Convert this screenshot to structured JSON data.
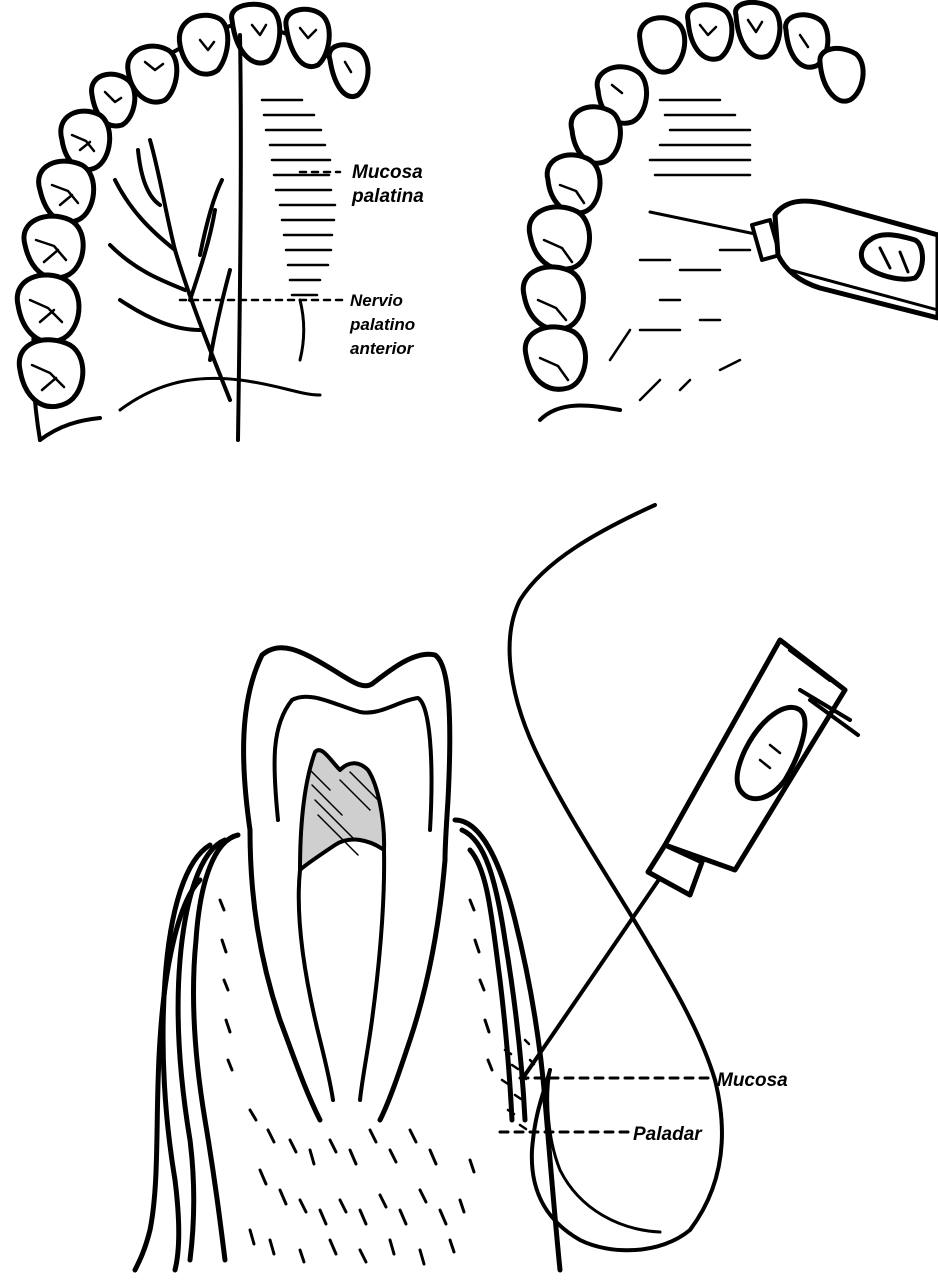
{
  "figures": {
    "palate": {
      "labels": {
        "mucosa": [
          "Mucosa",
          "palatina"
        ],
        "nerve": [
          "Nervio",
          "palatino",
          "anterior"
        ]
      }
    },
    "injection": {},
    "cross_section": {
      "labels": {
        "mucosa": "Mucosa",
        "palate": "Paladar"
      }
    }
  },
  "colors": {
    "ink": "#000000",
    "paper": "#ffffff"
  }
}
